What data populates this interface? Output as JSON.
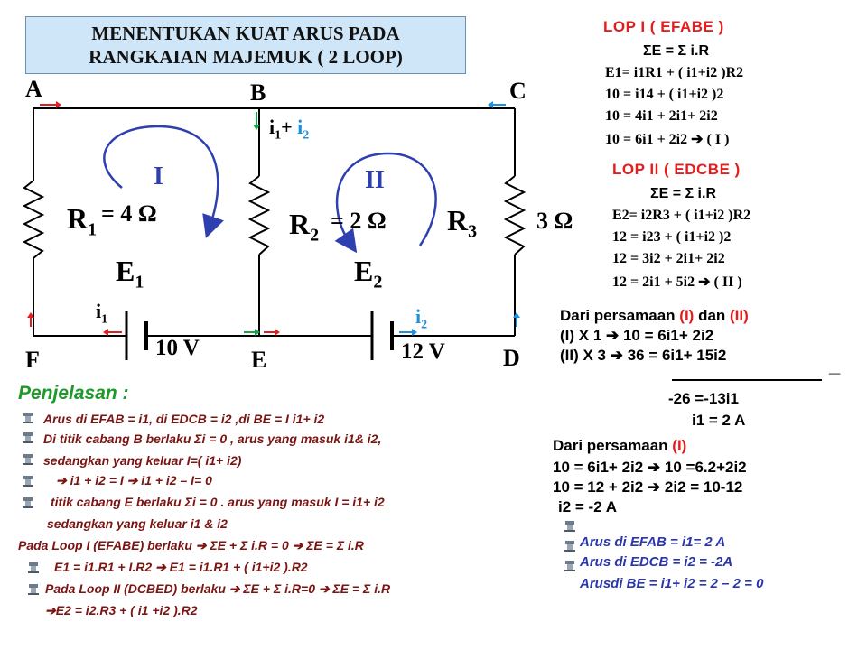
{
  "title": {
    "line1": "MENENTUKAN KUAT ARUS PADA",
    "line2": "RANGKAIAN MAJEMUK ( 2 LOOP)"
  },
  "circuit": {
    "nodes": {
      "A": "A",
      "B": "B",
      "C": "C",
      "D": "D",
      "E": "E",
      "F": "F"
    },
    "r1_label": "R1",
    "r1_sub": "1",
    "r1_value": "= 4 Ω",
    "r2_label": "R",
    "r2_sub": "2",
    "r2_value": "= 2 Ω",
    "r3_label": "R",
    "r3_sub": "3",
    "r3_value": "3 Ω",
    "e1_label": "E",
    "e1_sub": "1",
    "e2_label": "E",
    "e2_sub": "2",
    "loop1": "I",
    "loop2": "II",
    "current_b": "i1+ i2",
    "current_i1": "i1",
    "current_i2": "i2",
    "v1": "10 V",
    "v2": "12 V",
    "colors": {
      "wire": "#000000",
      "loop_arrow": "#2e3fb0",
      "arrow_red": "#e41e1e",
      "arrow_blue": "#1e90e0",
      "arrow_green": "#16a34a"
    }
  },
  "loop1_eq": {
    "heading": "LOP I ( EFABE )",
    "lines": [
      "ΣE = Σ i.R",
      "E1= i1R1 + ( i1+i2 )R2",
      "10 = i14 + ( i1+i2 )2",
      "10 = 4i1 + 2i1+ 2i2",
      "10 = 6i1 + 2i2 ➔ ( I )"
    ]
  },
  "loop2_eq": {
    "heading": "LOP II ( EDCBE )",
    "lines": [
      "ΣE = Σ i.R",
      "E2= i2R3 + ( i1+i2 )R2",
      "12 = i23 + ( i1+i2 )2",
      "12 = 3i2 + 2i1+ 2i2",
      "12 = 2i1 + 5i2 ➔ ( II )"
    ]
  },
  "elimination": {
    "line1_pre": "Dari persamaan ",
    "line1_a": "(I)",
    "line1_mid": " dan ",
    "line1_b": "(II)",
    "row1": "(I)  X 1   ➔ 10 = 6i1+ 2i2",
    "row2": "(II) X 3   ➔ 36 = 6i1+ 15i2",
    "minus": "_",
    "row3": "-26 =-13i1",
    "row4": "i1 = 2 A"
  },
  "substitution": {
    "line1_pre": "Dari persamaan ",
    "line1_ref": "(I)",
    "row1": "10 = 6i1+ 2i2   ➔ 10 =6.2+2i2",
    "row2": "10 = 12 + 2i2 ➔ 2i2 = 10-12",
    "row3": "i2 = -2 A"
  },
  "results": [
    "Arus di EFAB = i1= 2 A",
    "Arus di EDCB = i2 = -2A",
    "Arusdi BE = i1+ i2 = 2 – 2 = 0"
  ],
  "penjelasan": {
    "heading": "Penjelasan :",
    "lines": [
      "Arus di EFAB = i1, di EDCB = i2 ,di BE = I  i1+ i2",
      "Di titik cabang B berlaku Σi = 0 , arus yang masuk i1& i2,",
      "sedangkan yang keluar I=( i1+ i2)",
      "➔  i1 + i2 = I   ➔  i1 + i2 – I= 0",
      "titik cabang E berlaku Σi = 0 . arus yang masuk I = i1+ i2",
      "sedangkan yang keluar i1 & i2",
      "Pada Loop I (EFABE) berlaku ➔ ΣE + Σ i.R = 0 ➔ ΣE = Σ i.R",
      "E1 = i1.R1 + I.R2 ➔ E1 = i1.R1 + ( i1+i2 ).R2",
      "Pada Loop II (DCBED) berlaku  ➔ ΣE + Σ i.R=0 ➔ ΣE = Σ i.R",
      "➔E2 = i2.R3 + ( i1 +i2 ).R2"
    ]
  }
}
